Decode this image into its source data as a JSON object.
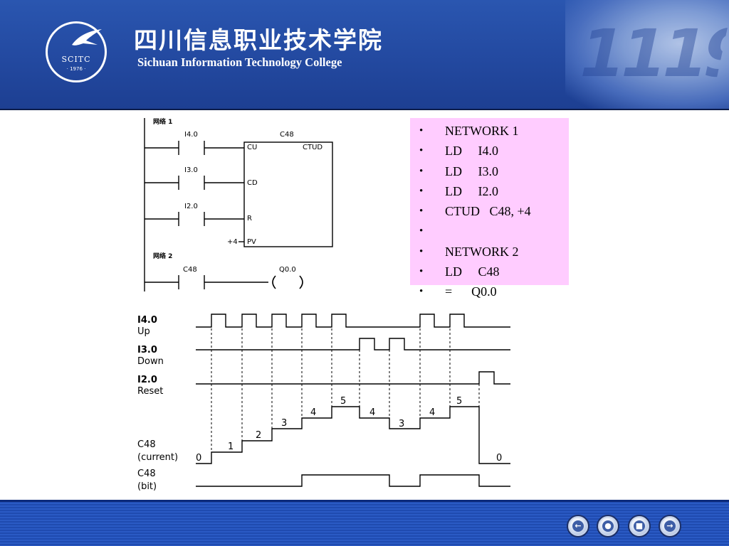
{
  "header": {
    "college_name_cn": "四川信息职业技术学院",
    "college_name_en": "Sichuan Information Technology College",
    "logo_text": "SCITC",
    "logo_year": "· 1976 ·",
    "colors": {
      "header_blue": "#2a56b0",
      "footer_blue": "#1f4bb0",
      "list_bg": "#ffccff"
    }
  },
  "ladder": {
    "network1_label": "网络 1",
    "network2_label": "网络 2",
    "contacts": [
      "I4.0",
      "I3.0",
      "I2.0"
    ],
    "counter_name": "C48",
    "counter_type": "CTUD",
    "pins": {
      "up": "CU",
      "down": "CD",
      "reset": "R",
      "preset": "PV"
    },
    "preset_value": "+4",
    "network2_contact": "C48",
    "network2_coil": "Q0.0"
  },
  "instructions": [
    "NETWORK 1",
    "LD     I4.0",
    "LD     I3.0",
    "LD     I2.0",
    "CTUD   C48, +4",
    "",
    "NETWORK 2",
    "LD     C48",
    "=      Q0.0"
  ],
  "timing": {
    "signals": [
      {
        "name": "I4.0",
        "desc": "Up"
      },
      {
        "name": "I3.0",
        "desc": "Down"
      },
      {
        "name": "I2.0",
        "desc": "Reset"
      }
    ],
    "counter_current_label": [
      "C48",
      "(current)"
    ],
    "counter_bit_label": [
      "C48",
      "(bit)"
    ],
    "count_values": [
      "0",
      "1",
      "2",
      "3",
      "4",
      "5",
      "4",
      "3",
      "4",
      "5",
      "0"
    ]
  },
  "nav": [
    {
      "name": "previous-button",
      "icon": "arrow-left-icon"
    },
    {
      "name": "home-button",
      "icon": "circle-icon"
    },
    {
      "name": "menu-button",
      "icon": "square-icon"
    },
    {
      "name": "next-button",
      "icon": "arrow-right-icon"
    }
  ]
}
